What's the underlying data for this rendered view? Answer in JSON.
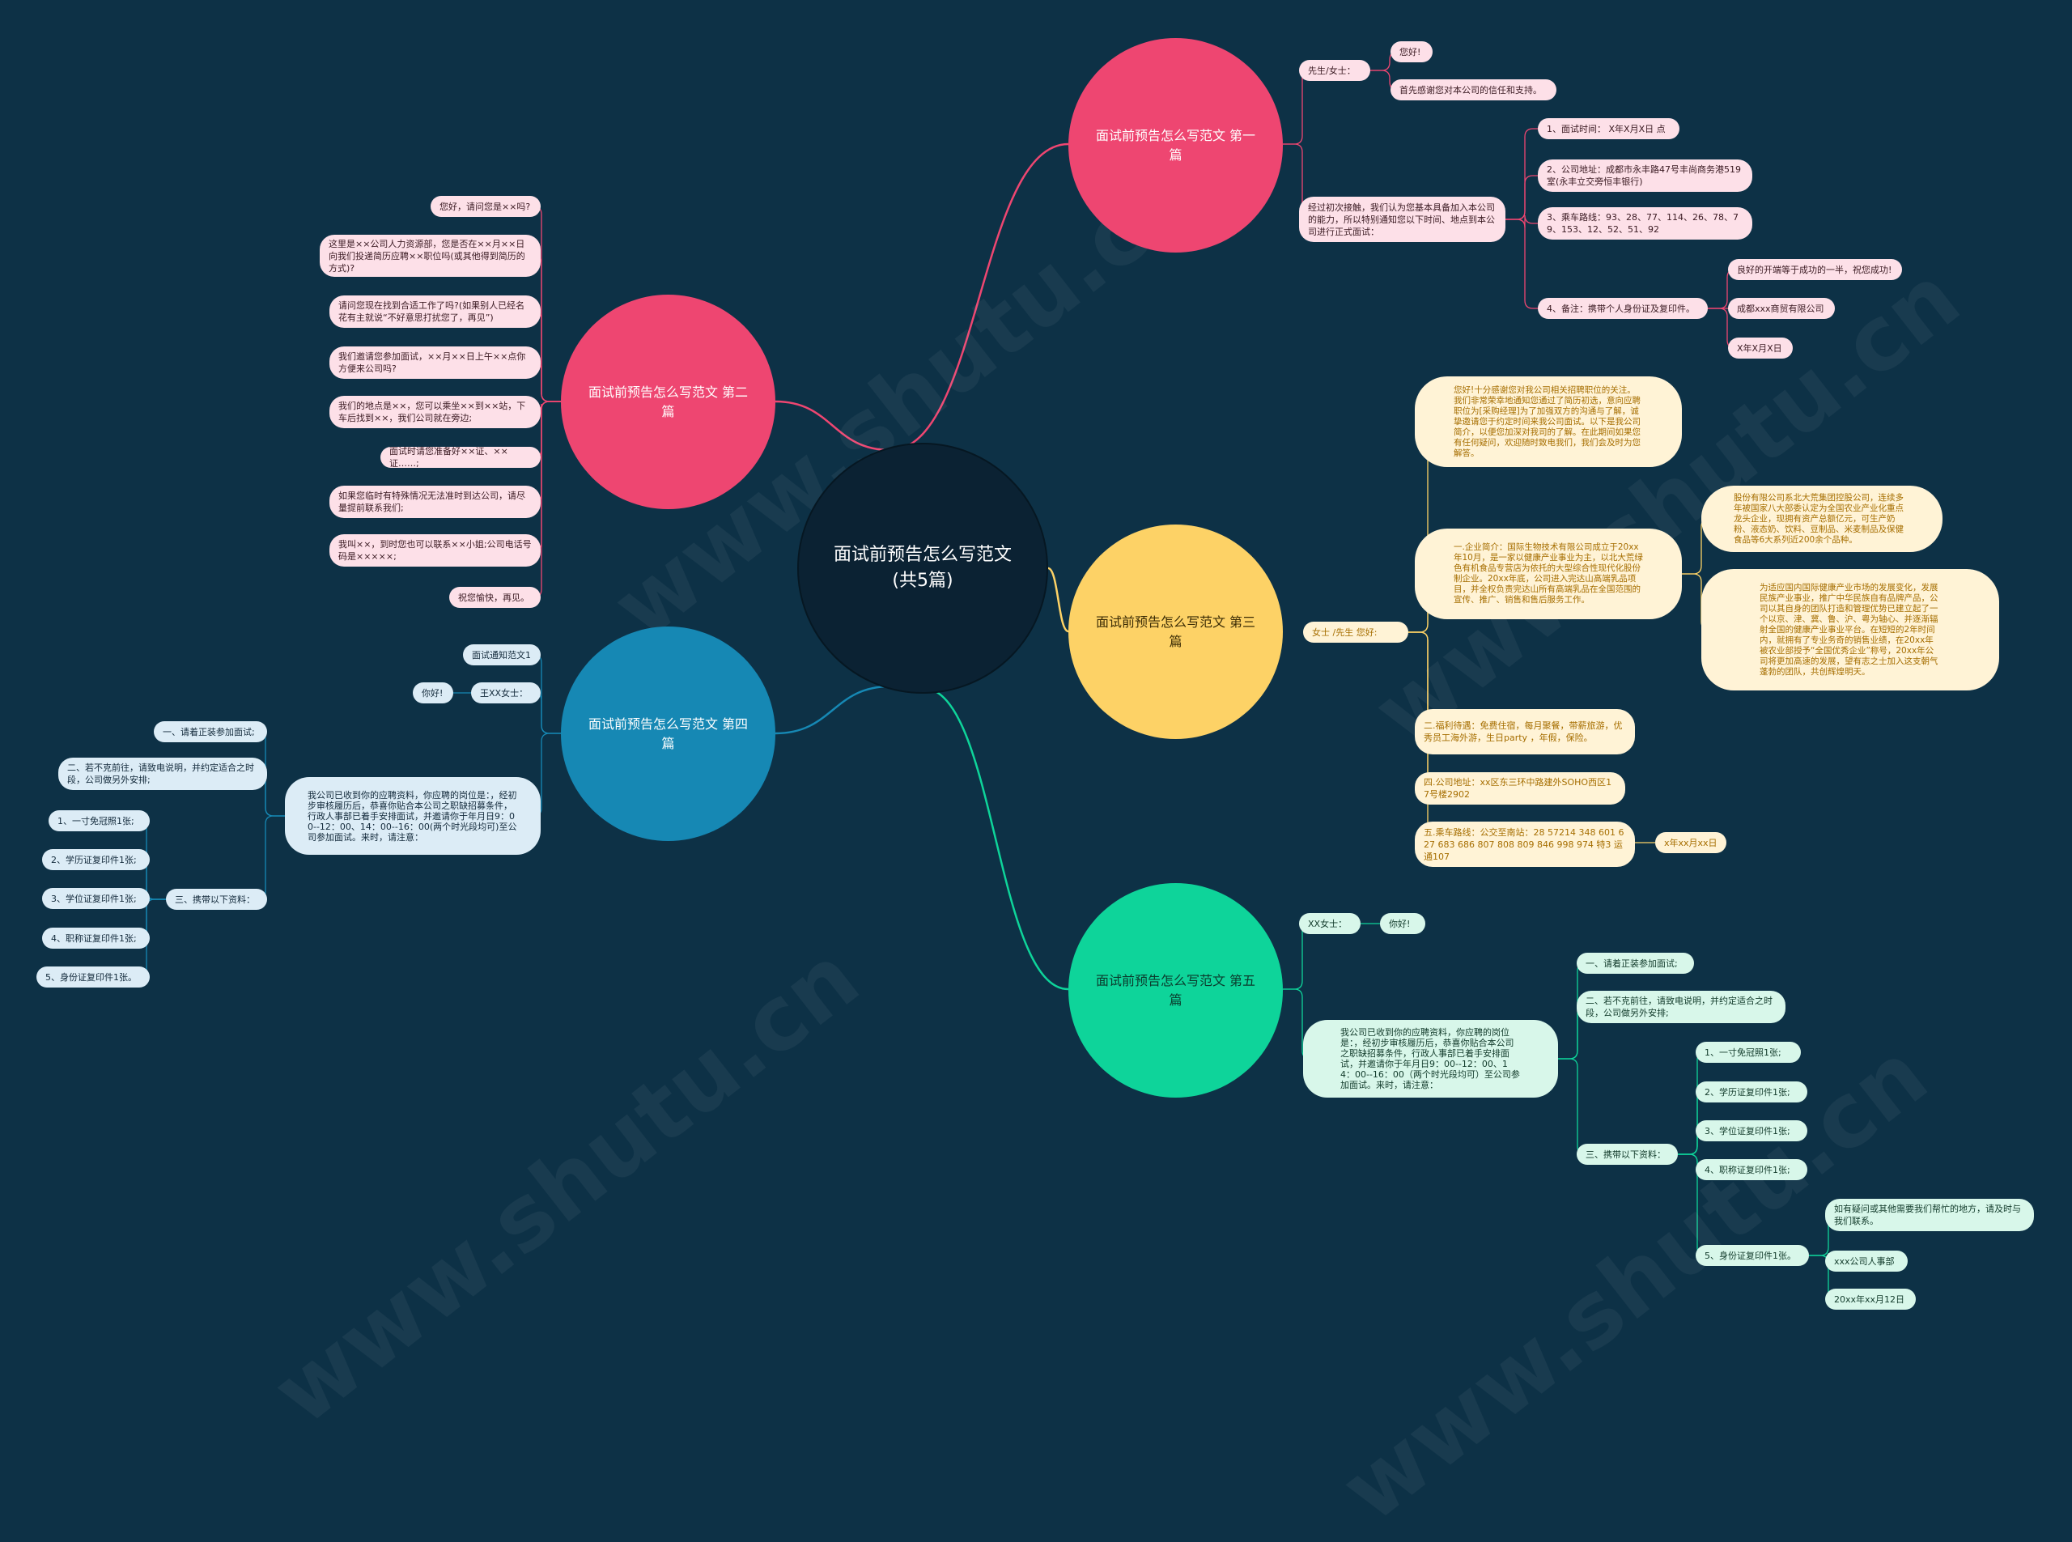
{
  "center": "面试前预告怎么写范文(共5篇)",
  "topics": {
    "t1": "面试前预告怎么写范文 第一篇",
    "t2": "面试前预告怎么写范文 第二篇",
    "t3": "面试前预告怎么写范文 第三篇",
    "t4": "面试前预告怎么写范文 第四篇",
    "t5": "面试前预告怎么写范文 第五篇"
  },
  "b1": {
    "greeting": "先生/女士：",
    "hello": "您好!",
    "thanks": "首先感谢您对本公司的信任和支持。",
    "intro": "经过初次接触，我们认为您基本具备加入本公司的能力，所以特别通知您以下时间、地点到本公司进行正式面试：",
    "i1": "1、面试时间： X年X月X日 点",
    "i2": "2、公司地址：成都市永丰路47号丰尚商务港519室(永丰立交旁恒丰银行)",
    "i3": "3、乘车路线：93、28、77、114、26、78、79、153、12、52、51、92",
    "i4": "4、备注：携带个人身份证及复印件。",
    "s1": "良好的开端等于成功的一半，祝您成功!",
    "s2": "成都xxx商贸有限公司",
    "s3": "X年X月X日"
  },
  "b2": {
    "q1": "您好，请问您是××吗?",
    "q2": "这里是××公司人力资源部，您是否在××月××日向我们投递简历应聘××职位吗(或其他得到简历的方式)?",
    "q3": "请问您现在找到合适工作了吗?(如果别人已经名花有主就说“不好意思打扰您了，再见”)",
    "q4": "我们邀请您参加面试，××月××日上午××点你方便来公司吗?",
    "q5": "我们的地点是××，您可以乘坐××到××站，下车后找到××，我们公司就在旁边;",
    "q6": "面试时请您准备好××证、××证……;",
    "q7": "如果您临时有特殊情况无法准时到达公司，请尽量提前联系我们;",
    "q8": "我叫××，到时您也可以联系××小姐;公司电话号码是×××××;",
    "q9": "祝您愉快，再见。"
  },
  "b3": {
    "greeting": "女士 /先生 您好:",
    "p1": "您好!十分感谢您对我公司相关招聘职位的关注。我们非常荣幸地通知您通过了简历初选，意向应聘职位为[采购经理]为了加强双方的沟通与了解，诚挚邀请您于约定时间来我公司面试。以下是我公司简介，以便您加深对我司的了解。在此期间如果您有任何疑问，欢迎随时致电我们，我们会及时为您解答。",
    "p2": "一.企业简介：国际生物技术有限公司成立于20xx年10月，是一家以健康产业事业为主，以北大荒绿色有机食品专营店为依托的大型综合性现代化股份制企业。20xx年底，公司进入完达山高端乳品项目，并全权负责完达山所有高端乳品在全国范围的宣传、推广、销售和售后服务工作。",
    "p2a": "股份有限公司系北大荒集团控股公司，连续多年被国家八大部委认定为全国农业产业化重点龙头企业，现拥有资产总额亿元，可生产奶粉、液态奶、饮料、豆制品、米麦制品及保健食品等6大系列近200余个品种。",
    "p2b": "为适应国内国际健康产业市场的发展变化，发展民族产业事业，推广中华民族自有品牌产品，公司以其自身的团队打造和管理优势已建立起了一个以京、津、冀、鲁、沪、粤为轴心、并逐渐辐射全国的健康产业事业平台。在短短的2年时间内，就拥有了专业务奇的销售业绩，在20xx年被农业部授予“全国优秀企业”称号，20xx年公司将更加高速的发展，望有志之士加入这支朝气蓬勃的团队，共创辉煌明天。",
    "p3": "二.福利待遇：免费住宿，每月聚餐，带薪旅游，优秀员工海外游，生日party ，年假，保险。",
    "p4": "四.公司地址：xx区东三环中路建外SOHO西区17号楼2902",
    "p5": "五.乘车路线：公交至南站：28 57214 348 601 627 683 686 807 808 809 846 998 974 特3 运通107",
    "date": "x年xx月xx日"
  },
  "b4": {
    "notice": "面试通知范文1",
    "name": "王XX女士：",
    "hello": "你好!",
    "body": "我公司已收到你的应聘资料，你应聘的岗位是：，经初步审核履历后，恭喜你贴合本公司之职缺招募条件，行政人事部已着手安排面试，并邀请你于年月日9：00--12：00、14：00--16：00(两个时光段均可)至公司参加面试。来时，请注意：",
    "r1": "一、请着正装参加面试;",
    "r2": "二、若不克前往，请致电说明，并约定适合之时段，公司做另外安排;",
    "r3": "三、携带以下资料：",
    "d1": "1、一寸免冠照1张;",
    "d2": "2、学历证复印件1张;",
    "d3": "3、学位证复印件1张;",
    "d4": "4、职称证复印件1张;",
    "d5": "5、身份证复印件1张。"
  },
  "b5": {
    "name": "XX女士：",
    "hello": "你好!",
    "body": "我公司已收到你的应聘资料，你应聘的岗位是：，经初步审核履历后，恭喜你贴合本公司之职缺招募条件，行政人事部已着手安排面试，并邀请你于年月日9：00--12：00、14：00--16：00（两个时光段均可）至公司参加面试。来时，请注意：",
    "r1": "一、请着正装参加面试;",
    "r2": "二、若不克前往，请致电说明，并约定适合之时段，公司做另外安排;",
    "r3": "三、携带以下资料：",
    "d1": "1、一寸免冠照1张;",
    "d2": "2、学历证复印件1张;",
    "d3": "3、学位证复印件1张;",
    "d4": "4、职称证复印件1张;",
    "d5": "5、身份证复印件1张。",
    "e1": "如有疑问或其他需要我们帮忙的地方，请及时与我们联系。",
    "e2": "xxx公司人事部",
    "e3": "20xx年xx月12日"
  },
  "watermark": "www.shutu.cn",
  "colors": {
    "bg": "#0d3146",
    "red": "#ee4671",
    "yellow": "#fdd266",
    "blue": "#1688b4",
    "green": "#0ed49a"
  }
}
